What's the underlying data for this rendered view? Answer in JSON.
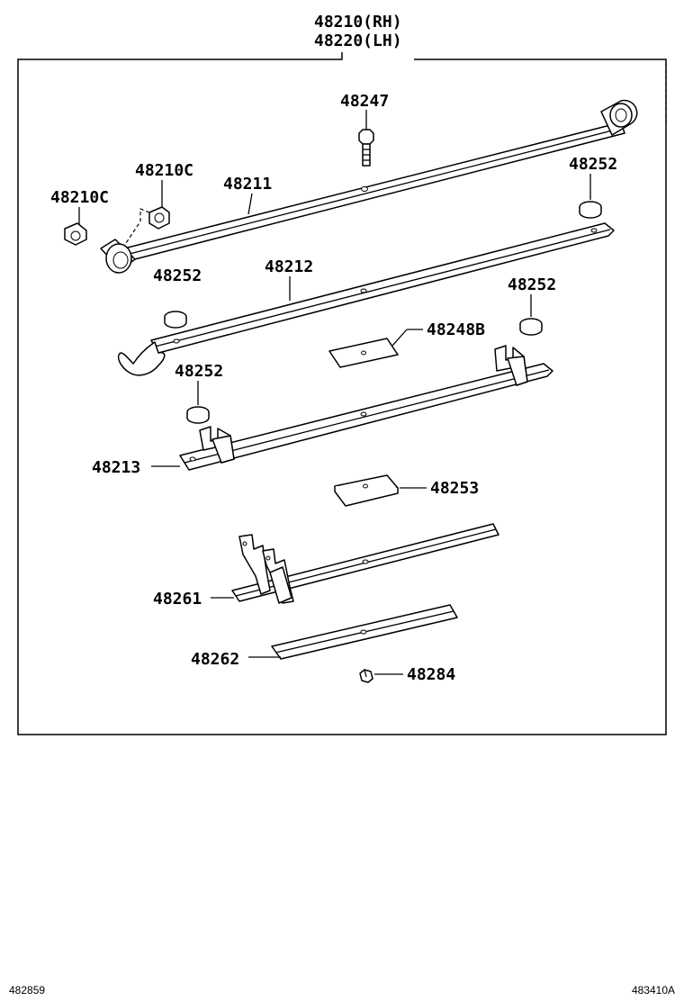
{
  "header": {
    "assembly_rh": "48210(RH)",
    "assembly_lh": "48220(LH)"
  },
  "labels": {
    "p48247": "48247",
    "p48210c_left": "48210C",
    "p48210c_right": "48210C",
    "p48211": "48211",
    "p48252_a": "48252",
    "p48252_b": "48252",
    "p48252_c": "48252",
    "p48252_d": "48252",
    "p48212": "48212",
    "p48248b": "48248B",
    "p48213": "48213",
    "p48253": "48253",
    "p48261": "48261",
    "p48262": "48262",
    "p48284": "48284"
  },
  "footer": {
    "left_code": "482859",
    "right_code": "483410A"
  }
}
